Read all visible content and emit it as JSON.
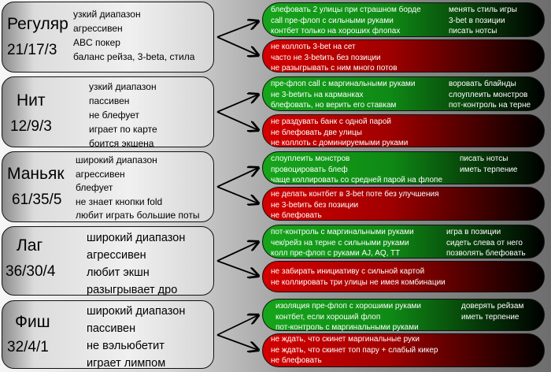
{
  "players": [
    {
      "name": "Регуляр",
      "stats": "21/17/3",
      "traits": [
        "узкий диапазон",
        "агрессивен",
        "ABC покер",
        "баланс рейза, 3-beta, стила"
      ],
      "do": [
        "блефовать 2 улицы при страшном борде",
        "call пре-флоп с сильными руками",
        "контбет только на хороших флопах"
      ],
      "do_extra": [
        "менять стиль игры",
        "3-bet в позиции",
        "писать нотсы"
      ],
      "dont": [
        "не  коллоть 3-bet на сет",
        "часто не 3-betить без позиции",
        "не разыгрывать с ним много потов"
      ]
    },
    {
      "name": "Нит",
      "stats": "12/9/3",
      "traits": [
        "узкий диапазон",
        "пассивен",
        "не блефует",
        "играет по карте",
        "боится экшена"
      ],
      "do": [
        "пре-флоп call с маргинальными руками",
        "не 3-betить на карманках",
        "блефовать, но верить его ставкам"
      ],
      "do_extra": [
        "воровать блайнды",
        "слоуплеить монстров",
        "пот-контроль на терне"
      ],
      "dont": [
        "не раздувать банк с одной парой",
        "не блефовать две улицы",
        "не коллоть с доминируемыми руками"
      ]
    },
    {
      "name": "Маньяк",
      "stats": "61/35/5",
      "traits": [
        "широкий диапазон",
        "агрессивен",
        "блефует",
        "не знает кнопки fold",
        "любит играть большие поты"
      ],
      "do": [
        "слоуплеить монстров",
        "провоцировать блеф",
        "чаще коллировать со средней парой на флопе"
      ],
      "do_extra": [
        "писать нотсы",
        "иметь терпение"
      ],
      "dont": [
        "не делать контбет в 3-bet поте без улучшения",
        "не 3-betить без позиции",
        "не блефовать"
      ]
    },
    {
      "name": "Лаг",
      "stats": "36/30/4",
      "traits": [
        "широкий диапазон",
        "агрессивен",
        "любит экшн",
        "разыгрывает дро"
      ],
      "do": [
        "пот-контроль с маргинальными руками",
        "чек/рейз на терне с сильными руками",
        "колл пре-флоп с руками AJ, AQ, TT"
      ],
      "do_extra": [
        "игра в позиции",
        "сидеть слева от него",
        "позволять блефовать"
      ],
      "dont": [
        "не забирать инициативу с сильной картой",
        "не коллировать три улицы не имея комбинации"
      ]
    },
    {
      "name": "Фиш",
      "stats": "32/4/1",
      "traits": [
        "широкий диапазон",
        "пассивен",
        "не вэльюбетит",
        "играет лимпом"
      ],
      "do": [
        "изоляция пре-флоп с хорошими руками",
        "контбет, если хороший флоп",
        "пот-контроль с маргинальными руками"
      ],
      "do_extra": [
        "доверять рейзам",
        "иметь терпение"
      ],
      "dont": [
        "не ждать, что скинет маргинальные руки",
        "не ждать, что скинет топ пару + слабый кикер",
        "не блефовать"
      ]
    }
  ]
}
